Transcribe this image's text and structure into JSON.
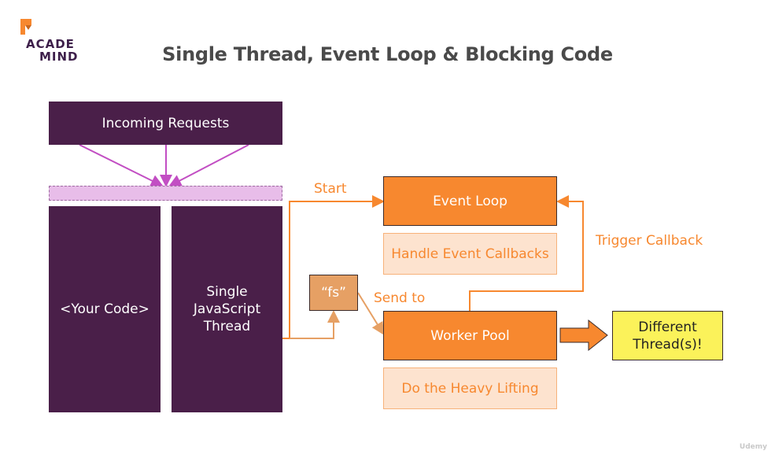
{
  "logo": {
    "line1": "ACADE",
    "line2": "MIND"
  },
  "title": "Single Thread, Event Loop & Blocking Code",
  "diagram": {
    "incoming_requests": "Incoming Requests",
    "your_code": "<Your Code>",
    "js_thread": "Single JavaScript Thread",
    "event_loop": "Event Loop",
    "handle_callbacks": "Handle Event Callbacks",
    "worker_pool": "Worker Pool",
    "heavy_lifting": "Do the Heavy Lifting",
    "fs": "“fs”",
    "different_threads": "Different Thread(s)!",
    "label_start": "Start",
    "label_send_to": "Send to",
    "label_trigger_callback": "Trigger Callback"
  },
  "colors": {
    "purple": "#4a1f49",
    "lilac": "#e8bde9",
    "arrow_magenta": "#c24ec3",
    "orange": "#f7882f",
    "peach": "#fde3cf",
    "fs_box": "#e6a064",
    "yellow": "#fbf25a"
  },
  "watermark": "Udemy"
}
